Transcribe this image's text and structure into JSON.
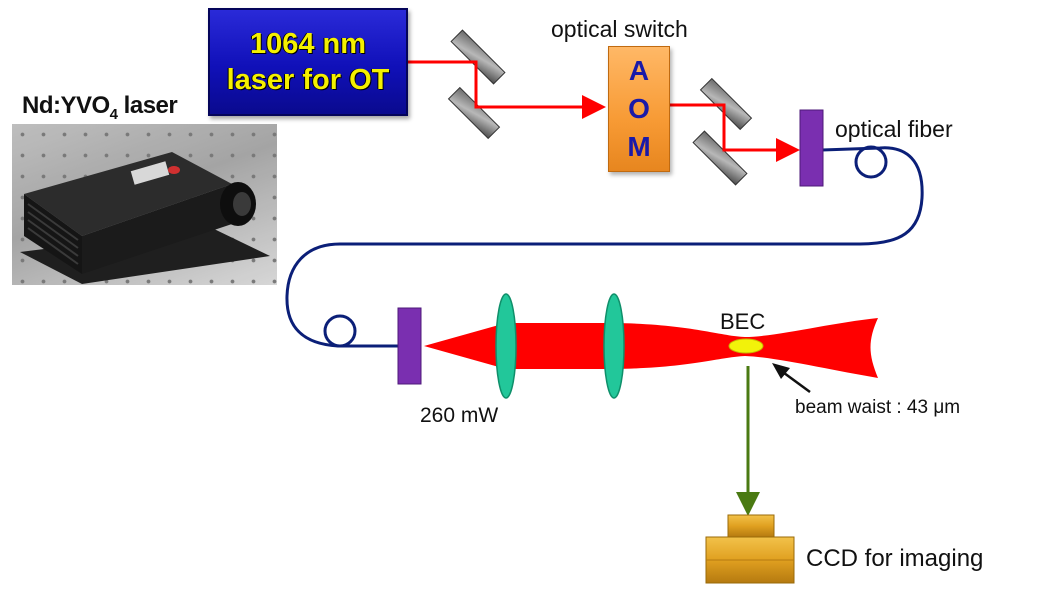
{
  "laser": {
    "line1": "1064 nm",
    "line2": "laser for OT"
  },
  "photo": {
    "title_main": "Nd:YVO",
    "title_sub": "4",
    "title_suffix": " laser"
  },
  "optical_switch": {
    "label": "optical switch",
    "letters": [
      "A",
      "O",
      "M"
    ]
  },
  "fiber": {
    "label": "optical fiber"
  },
  "trap": {
    "bec_label": "BEC",
    "power_label": "260 mW",
    "waist_label": "beam waist : 43 μm"
  },
  "ccd": {
    "label": "CCD for imaging"
  },
  "colors": {
    "laser_box": "#1414c4",
    "laser_text": "#f4f000",
    "beam": "#ff0000",
    "aom": "#f79a34",
    "aom_text": "#1a1aa8",
    "fiber": "#0b1f78",
    "coupler": "#7a2fb0",
    "lens": "#22c79a",
    "bec": "#f2f20a",
    "camera": "#e0a020",
    "imaging_arrow": "#4a7a12"
  }
}
